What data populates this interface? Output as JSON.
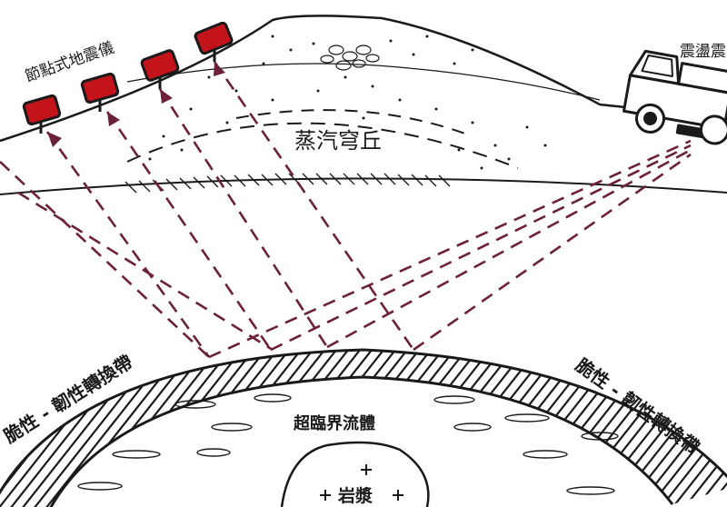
{
  "labels": {
    "nodal_seismometers": "節點式地震儀",
    "vibroseis_truck": "震盪震",
    "steam_dome": "蒸汽穹丘",
    "bdt_left": "脆性 - 韌性轉換帶",
    "bdt_right": "脆性 - 韌性轉換帶",
    "supercritical_fluid": "超臨界流體",
    "magma": "岩漿"
  },
  "colors": {
    "ray": "#6b2138",
    "seismometer": "#c3141c",
    "ink": "#1a1a1a"
  },
  "icons": {
    "seismometer": "seismometer-icon",
    "truck": "vibroseis-truck-icon"
  }
}
